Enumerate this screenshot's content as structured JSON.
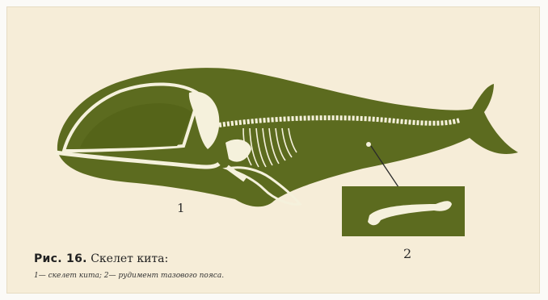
{
  "labels": {
    "one": "1",
    "two": "2"
  },
  "caption": {
    "figure": "Рис. 16.",
    "title": "Скелет кита:"
  },
  "legend": "1— скелет кита; 2— рудимент тазового пояса.",
  "colors": {
    "body": "#5c6b1f",
    "bone": "#f5f1dc",
    "paper": "#f6edd8"
  }
}
